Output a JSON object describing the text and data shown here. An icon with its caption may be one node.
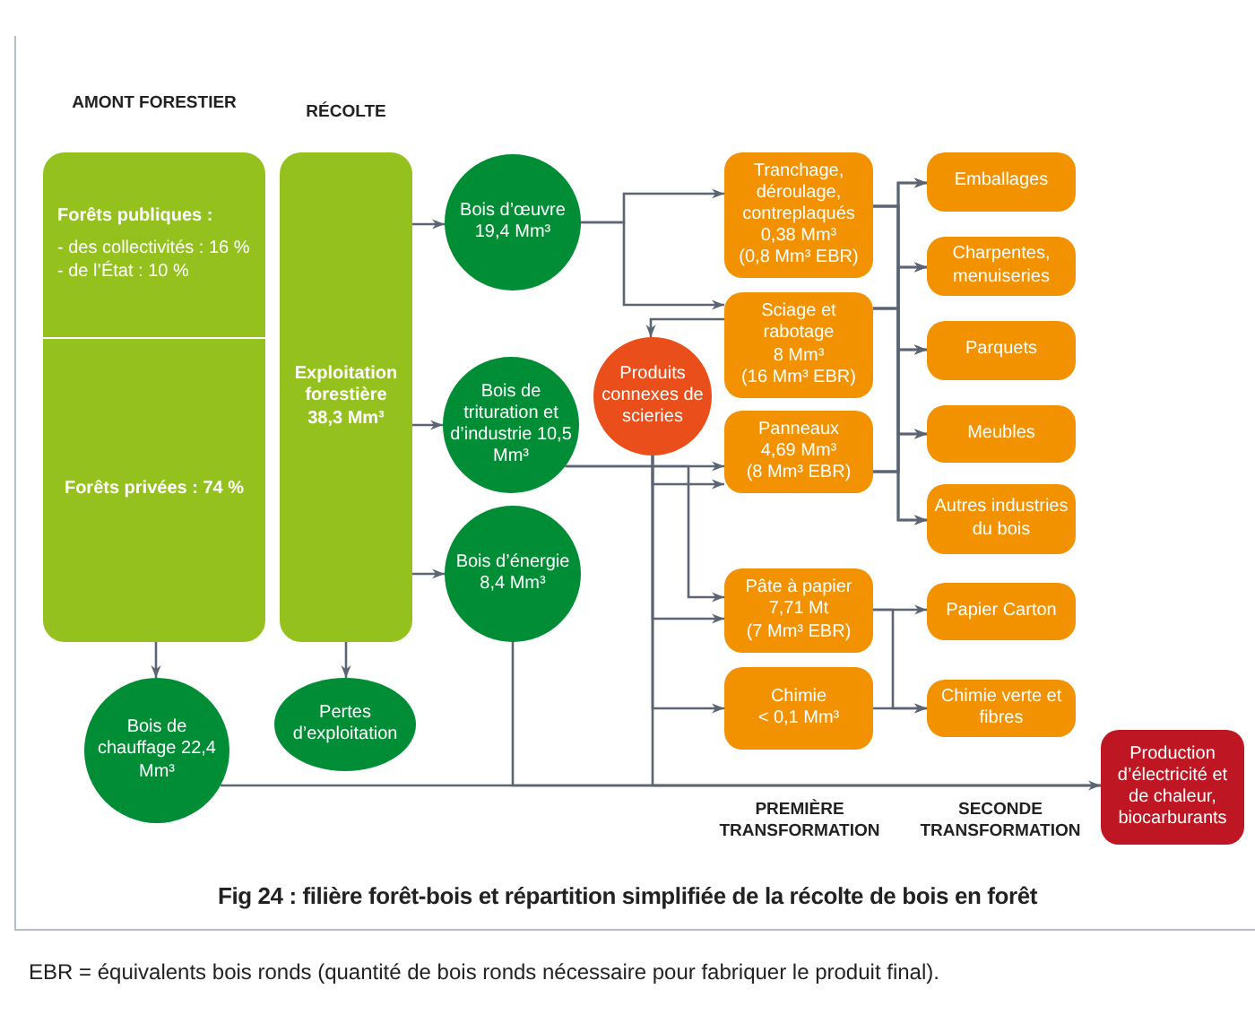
{
  "diagram": {
    "caption": "Fig 24 : filière forêt-bois et répartition simplifiée de la récolte de bois en forêt",
    "nodes": [
      {
        "text": [
          "Forêts publiques :",
          "- des collectivités : 16 %",
          "- de l’État : 10 %"
        ]
      },
      {
        "text": [
          "Forêts privées : 74 %"
        ]
      },
      {
        "text": [
          "Exploitation forestière 38,3 Mm³"
        ]
      },
      {
        "text": [
          "Bois d’œuvre 19,4 Mm³"
        ]
      },
      {
        "text": [
          "Bois de trituration et d’industrie 10,5 Mm³"
        ]
      },
      {
        "text": [
          "Bois d’énergie 8,4 Mm³"
        ]
      },
      {
        "text": [
          "Bois de chauffage 22,4 Mm³"
        ]
      },
      {
        "text": [
          "Pertes d’exploitation"
        ]
      },
      {
        "text": [
          "Produits connexes de scieries"
        ]
      },
      {
        "text": [
          "Tranchage, déroulage, contreplaqués",
          "0,38 Mm³",
          "(0,8 Mm³ EBR)"
        ]
      },
      {
        "text": [
          "Sciage et rabotage",
          "8 Mm³",
          "(16 Mm³ EBR)"
        ]
      },
      {
        "text": [
          "Panneaux",
          "4,69 Mm³",
          "(8 Mm³ EBR)"
        ]
      },
      {
        "text": [
          "Pâte à papier",
          "7,71 Mt",
          "(7 Mm³ EBR)"
        ]
      },
      {
        "text": [
          "Chimie",
          "< 0,1 Mm³"
        ]
      },
      {
        "text": [
          "Emballages"
        ]
      },
      {
        "text": [
          "Charpentes, menuiseries"
        ]
      },
      {
        "text": [
          "Parquets"
        ]
      },
      {
        "text": [
          "Meubles"
        ]
      },
      {
        "text": [
          "Autres industries du bois"
        ]
      },
      {
        "text": [
          "Papier Carton"
        ]
      },
      {
        "text": [
          "Chimie verte et fibres"
        ]
      },
      {
        "text": [
          "Production d’électricité et de chaleur, biocarburants"
        ]
      }
    ],
    "edges": [
      {
        "from": 2,
        "to": 3,
        "arrow": "to"
      },
      {
        "from": 2,
        "to": 4,
        "arrow": "to"
      },
      {
        "from": 2,
        "to": 5,
        "arrow": "to"
      },
      {
        "from": 1,
        "to": 6,
        "arrow": "to"
      },
      {
        "from": 2,
        "to": 7,
        "arrow": "to"
      },
      {
        "from": 3,
        "to": 9,
        "arrow": "to"
      },
      {
        "from": 3,
        "to": 10,
        "arrow": "to"
      },
      {
        "from": 10,
        "to": 8,
        "arrow": "to"
      },
      {
        "from": 4,
        "to": 11,
        "arrow": "to"
      },
      {
        "from": 4,
        "to": 12,
        "arrow": "to"
      },
      {
        "from": 8,
        "to": 11,
        "arrow": "to"
      },
      {
        "from": 8,
        "to": 12,
        "arrow": "to"
      },
      {
        "from": 8,
        "to": 13,
        "arrow": "to"
      },
      {
        "from": 8,
        "to": 21,
        "arrow": "to"
      },
      {
        "from": 6,
        "to": 21,
        "arrow": "none"
      },
      {
        "from": 5,
        "to": 21,
        "arrow": "none"
      },
      {
        "from": 9,
        "to": 14,
        "arrow": "to"
      },
      {
        "from": 9,
        "to": 15,
        "arrow": "to"
      },
      {
        "from": 9,
        "to": 16,
        "arrow": "to"
      },
      {
        "from": 9,
        "to": 17,
        "arrow": "to"
      },
      {
        "from": 9,
        "to": 18,
        "arrow": "to"
      },
      {
        "from": 10,
        "to": 14,
        "arrow": "to"
      },
      {
        "from": 10,
        "to": 15,
        "arrow": "to"
      },
      {
        "from": 10,
        "to": 16,
        "arrow": "to"
      },
      {
        "from": 10,
        "to": 17,
        "arrow": "to"
      },
      {
        "from": 10,
        "to": 18,
        "arrow": "to"
      },
      {
        "from": 11,
        "to": 14,
        "arrow": "to"
      },
      {
        "from": 11,
        "to": 15,
        "arrow": "to"
      },
      {
        "from": 11,
        "to": 16,
        "arrow": "to"
      },
      {
        "from": 11,
        "to": 17,
        "arrow": "to"
      },
      {
        "from": 11,
        "to": 18,
        "arrow": "to"
      },
      {
        "from": 12,
        "to": 19,
        "arrow": "to"
      },
      {
        "from": 12,
        "to": 20,
        "arrow": "to"
      },
      {
        "from": 13,
        "to": 20,
        "arrow": "to"
      }
    ],
    "labels": [
      "AMONT FORESTIER",
      "RÉCOLTE",
      "PREMIÈRE TRANSFORMATION",
      "SECONDE TRANSFORMATION",
      "EBR = équivalents bois ronds (quantité de bois ronds nécessaire pour fabriquer le produit final)."
    ]
  }
}
